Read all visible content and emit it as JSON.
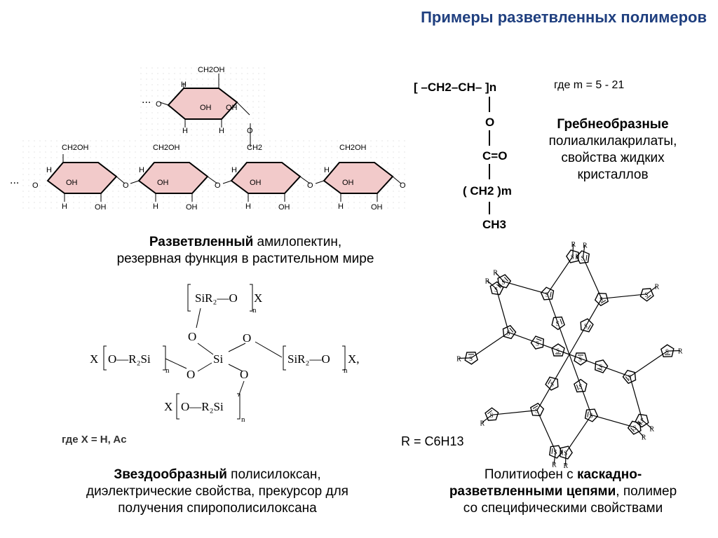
{
  "title": "Примеры разветвленных полимеров",
  "amylopectin": {
    "caption_bold": "Разветвленный",
    "caption_rest": " амилопектин,",
    "caption_line2": "резервная функция в растительном мире",
    "ring_labels": {
      "ch2oh": "CH2OH",
      "oh": "OH",
      "h": "H",
      "o": "O",
      "ch2": "CH2",
      "dots": "..."
    }
  },
  "comb": {
    "formula_top": "[ –CH2–CH– ]n",
    "formula_o": "O",
    "formula_co": "C=O",
    "formula_ch2m": "( CH2 )m",
    "formula_ch3": "CH3",
    "where": "где m = 5 - 21",
    "caption_bold": "Гребнеобразные",
    "caption_line2": "полиалкилакрилаты,",
    "caption_line3": "свойства жидких",
    "caption_line4": "кристаллов"
  },
  "star": {
    "where": "где X = H, Ac",
    "caption_bold": "Звездообразный",
    "caption_rest": " полисилоксан,",
    "caption_line2": "диэлектрические свойства, прекурсор для",
    "caption_line3": "получения спирополисилоксана"
  },
  "dendrimer": {
    "r_formula": "R = C6H13",
    "caption_line1": "Политиофен с ",
    "caption_bold1": "каскадно-",
    "caption_bold2": "разветвленными цепями",
    "caption_rest2": ", полимер",
    "caption_line3": "со специфическими свойствами"
  },
  "colors": {
    "title": "#1f3f7f",
    "ring_fill": "#f2caca"
  }
}
